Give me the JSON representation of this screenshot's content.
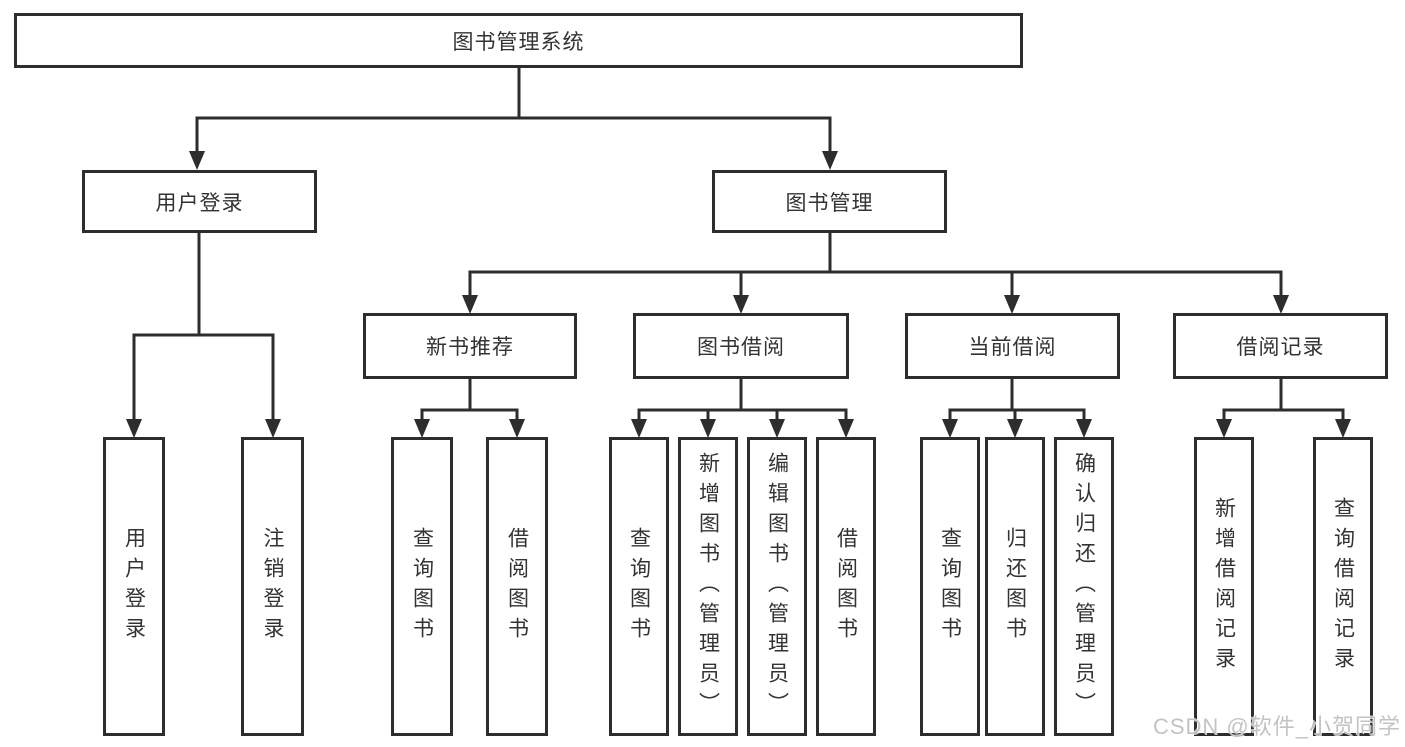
{
  "colors": {
    "line": "#2d2d2d",
    "box_border": "#2d2d2d",
    "text": "#333333",
    "background": "#ffffff",
    "watermark": "#bebebe"
  },
  "watermark": {
    "text": "CSDN @软件_小贺同学"
  },
  "tree": {
    "root": {
      "label": "图书管理系统"
    },
    "branches": [
      {
        "label": "用户登录",
        "children": [
          {
            "label": "用户登录"
          },
          {
            "label": "注销登录"
          }
        ]
      },
      {
        "label": "图书管理",
        "children": [
          {
            "label": "新书推荐",
            "children": [
              {
                "label": "查询图书"
              },
              {
                "label": "借阅图书"
              }
            ]
          },
          {
            "label": "图书借阅",
            "children": [
              {
                "label": "查询图书"
              },
              {
                "label": "新增图书（管理员）"
              },
              {
                "label": "编辑图书（管理员）"
              },
              {
                "label": "借阅图书"
              }
            ]
          },
          {
            "label": "当前借阅",
            "children": [
              {
                "label": "查询图书"
              },
              {
                "label": "归还图书"
              },
              {
                "label": "确认归还（管理员）"
              }
            ]
          },
          {
            "label": "借阅记录",
            "children": [
              {
                "label": "新增借阅记录"
              },
              {
                "label": "查询借阅记录"
              }
            ]
          }
        ]
      }
    ]
  }
}
